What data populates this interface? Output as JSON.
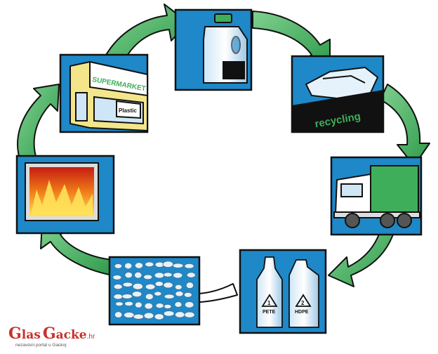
{
  "diagram": {
    "stages": [
      {
        "id": "bottle",
        "icon": "milk-jug-icon"
      },
      {
        "id": "recycling-bin",
        "icon": "crushed-bottle-icon",
        "label": "recycling"
      },
      {
        "id": "truck",
        "icon": "garbage-truck-icon"
      },
      {
        "id": "sorting",
        "icon": "sorted-bottles-icon",
        "pete_code": "1",
        "pete_label": "PETE",
        "hdpe_code": "2",
        "hdpe_label": "HDPE"
      },
      {
        "id": "flakes",
        "icon": "plastic-flakes-icon"
      },
      {
        "id": "furnace",
        "icon": "furnace-flames-icon"
      },
      {
        "id": "supermarket",
        "icon": "supermarket-icon",
        "sign": "SUPERMARKET",
        "window_sign": "Plastic"
      }
    ],
    "colors": {
      "panel_blue": "#1e88c8",
      "arrow_green": "#3fae5b",
      "arrow_white": "#ffffff",
      "outline": "#111111"
    }
  },
  "watermark": {
    "g1": "G",
    "t1": "las",
    "g2": "G",
    "t2": "acke",
    "tld": ".hr",
    "tagline": "nezavisni portal u Gackoj"
  }
}
